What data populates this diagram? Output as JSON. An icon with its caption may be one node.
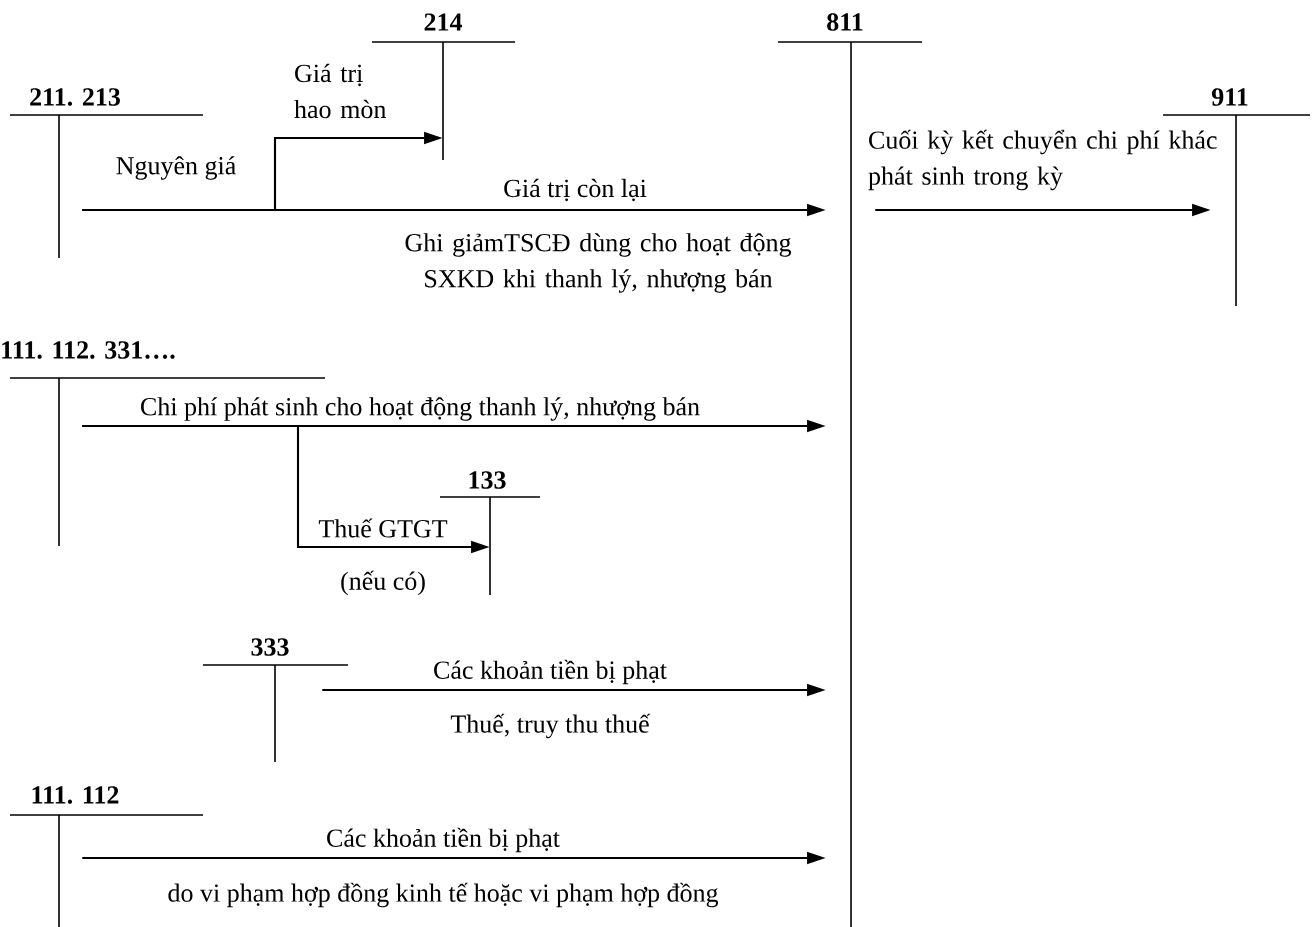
{
  "diagram": {
    "nodes": [
      {
        "text": [
          "211. 213"
        ]
      },
      {
        "text": [
          "214"
        ]
      },
      {
        "text": [
          "811"
        ]
      },
      {
        "text": [
          "911"
        ]
      },
      {
        "text": [
          "111. 112. 331…."
        ]
      },
      {
        "text": [
          "133"
        ]
      },
      {
        "text": [
          "333"
        ]
      },
      {
        "text": [
          "111. 112"
        ]
      }
    ],
    "edges": [
      {
        "from": 0,
        "to": 2,
        "arrow": "to",
        "label": "Giá trị còn lại"
      },
      {
        "from": 0,
        "to": 1,
        "arrow": "to",
        "label": "Giá trị hao mòn"
      },
      {
        "from": 2,
        "to": 3,
        "arrow": "to",
        "label": "Cuối kỳ kết chuyển chi phí khác phát sinh trong kỳ"
      },
      {
        "from": 4,
        "to": 2,
        "arrow": "to",
        "label": "Chi phí phát sinh cho hoạt động thanh lý, nhượng bán"
      },
      {
        "from": 4,
        "to": 5,
        "arrow": "to",
        "label": "Thuế GTGT"
      },
      {
        "from": 6,
        "to": 2,
        "arrow": "to",
        "label": "Các khoản tiền bị phạt"
      },
      {
        "from": 7,
        "to": 2,
        "arrow": "to",
        "label": "Các khoản tiền bị phạt"
      }
    ],
    "labels": [
      "Nguyên giá",
      "Ghi giảmTSCĐ dùng cho hoạt động SXKD khi thanh lý, nhượng bán",
      "(nếu có)",
      "Thuế, truy thu thuế",
      "do vi phạm hợp đồng kinh tế hoặc vi phạm hợp đồng"
    ]
  }
}
